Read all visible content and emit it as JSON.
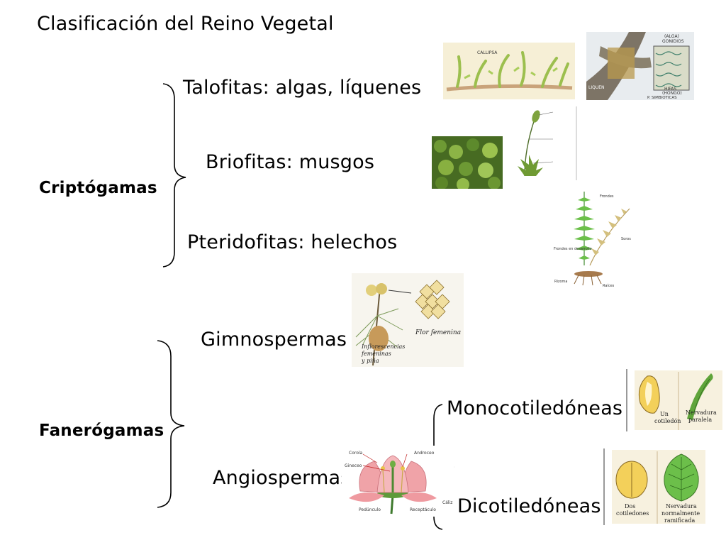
{
  "title": "Clasificación del Reino Vegetal",
  "groups": {
    "criptogamas": {
      "label": "Criptógamas",
      "items": [
        "Talofitas: algas, líquenes",
        "Briofitas: musgos",
        "Pteridofitas: helechos"
      ]
    },
    "fanerogamas": {
      "label": "Fanerógamas",
      "items": [
        "Gimnospermas",
        "Angiospermas"
      ],
      "angiospermas_sub": [
        "Monocotiledóneas",
        "Dicotiledóneas"
      ]
    }
  },
  "image_labels": {
    "algae": "CALLIPSA",
    "lichen": [
      "(ALGA)",
      "GONIDIOS",
      "HIFAS",
      "(HONGO)",
      "LIQUEN",
      "P. SIMBIOTICAS"
    ],
    "fern": [
      "Frondes",
      "Soros",
      "Frondes en desarrollo",
      "Rizoma",
      "Raíces"
    ],
    "gymno": [
      "Flor femenina",
      "Inflorescencias",
      "femeninas",
      "y piña"
    ],
    "flower": [
      "Corola",
      "Androceo",
      "Gineceo",
      "Pedúnculo",
      "Receptáculo",
      "Cáliz"
    ],
    "mono": [
      "Un",
      "cotiledón",
      "Nervadura",
      "paralela"
    ],
    "dico": [
      "Dos",
      "cotiledones",
      "Nervadura",
      "normalmente",
      "ramificada"
    ]
  },
  "colors": {
    "text": "#000000",
    "bracket": "#000000"
  }
}
